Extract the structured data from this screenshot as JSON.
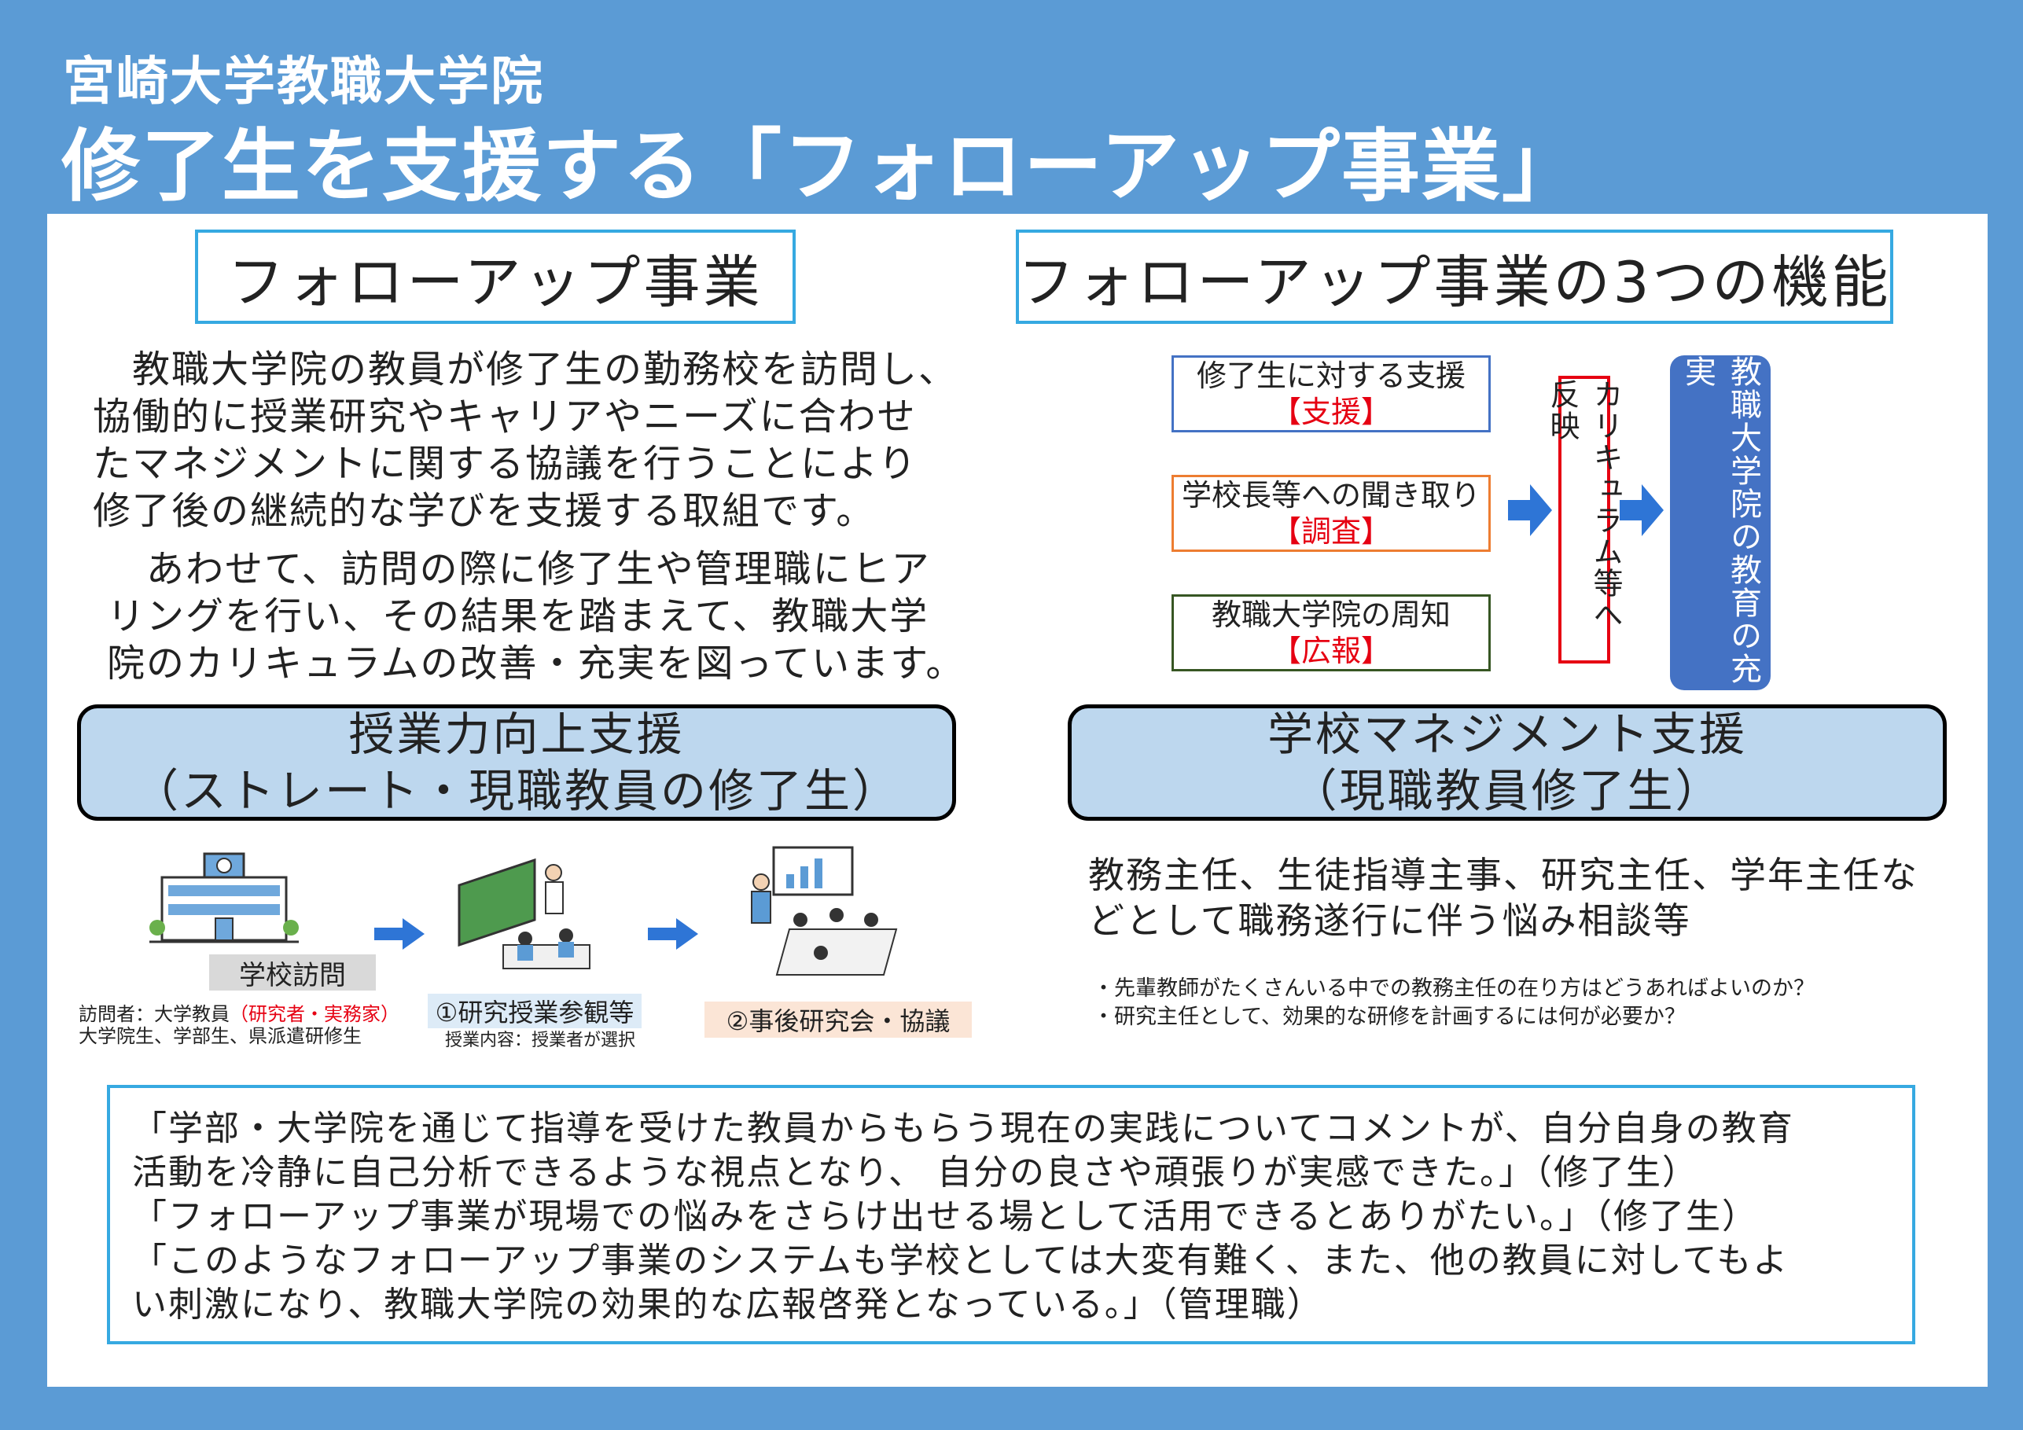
{
  "header": {
    "subtitle": "宮崎大学教職大学院",
    "title": "修了生を支援する「フォローアップ事業」"
  },
  "left": {
    "heading": "フォローアップ事業",
    "para1": [
      "　教職大学院の教員が修了生の勤務校を訪問し、",
      "協働的に授業研究やキャリアやニーズに合わせ",
      "たマネジメントに関する協議を行うことにより",
      "修了後の継続的な学びを支援する取組です。"
    ],
    "para2": [
      "　あわせて、訪問の際に修了生や管理職にヒア",
      "リングを行い、その結果を踏まえて、教職大学",
      "院のカリキュラムの改善・充実を図っています。"
    ],
    "support_pill": {
      "line1": "授業力向上支援",
      "line2": "（ストレート・現職教員の修了生）"
    },
    "flow": {
      "school_visit": "学校訪問",
      "visitor_prefix": "訪問者：大学教員",
      "visitor_highlight": "（研究者・実務家）",
      "visitor_line2": "大学院生、学部生、県派遣研修生",
      "step1": "①研究授業参観等",
      "step1_note": "授業内容：授業者が選択",
      "step2": "②事後研究会・協議"
    }
  },
  "right": {
    "heading": "フォローアップ事業の3つの機能",
    "functions": [
      {
        "label": "修了生に対する支援",
        "tag": "【支援】",
        "color": "#4472c4"
      },
      {
        "label": "学校長等への聞き取り",
        "tag": "【調査】",
        "color": "#ed7d31"
      },
      {
        "label": "教職大学院の周知",
        "tag": "【広報】",
        "color": "#375623"
      }
    ],
    "reflect": "カリキュラム等へ反映",
    "result": "教職大学院の教育の充実",
    "mgmt_pill": {
      "line1": "学校マネジメント支援",
      "line2": "（現職教員修了生）"
    },
    "mgmt_text": [
      "教務主任、生徒指導主事、研究主任、学年主任な",
      "どとして職務遂行に伴う悩み相談等"
    ],
    "examples": [
      "・先輩教師がたくさんいる中での教務主任の在り方はどうあればよいのか？",
      "・研究主任として、効果的な研修を計画するには何が必要か？"
    ]
  },
  "quotes": [
    "「学部・大学院を通じて指導を受けた教員からもらう現在の実践についてコメントが、自分自身の教育",
    "活動を冷静に自己分析できるような視点となり、 自分の良さや頑張りが実感できた。」（修了生）",
    "「フォローアップ事業が現場での悩みをさらけ出せる場として活用できるとありがたい。」（修了生）",
    "「このようなフォローアップ事業のシステムも学校としては大変有難く、また、他の教員に対してもよ",
    "い刺激になり、教職大学院の効果的な広報啓発となっている。」（管理職）"
  ],
  "colors": {
    "frame": "#5b9bd5",
    "accent": "#36a9e1",
    "pill": "#bdd7ee",
    "result": "#4472c4",
    "arrow": "#2e75d6",
    "red": "#e60012"
  },
  "icons": [
    "school-building-icon",
    "teacher-blackboard-icon",
    "meeting-discussion-icon",
    "arrow-right-icon"
  ]
}
